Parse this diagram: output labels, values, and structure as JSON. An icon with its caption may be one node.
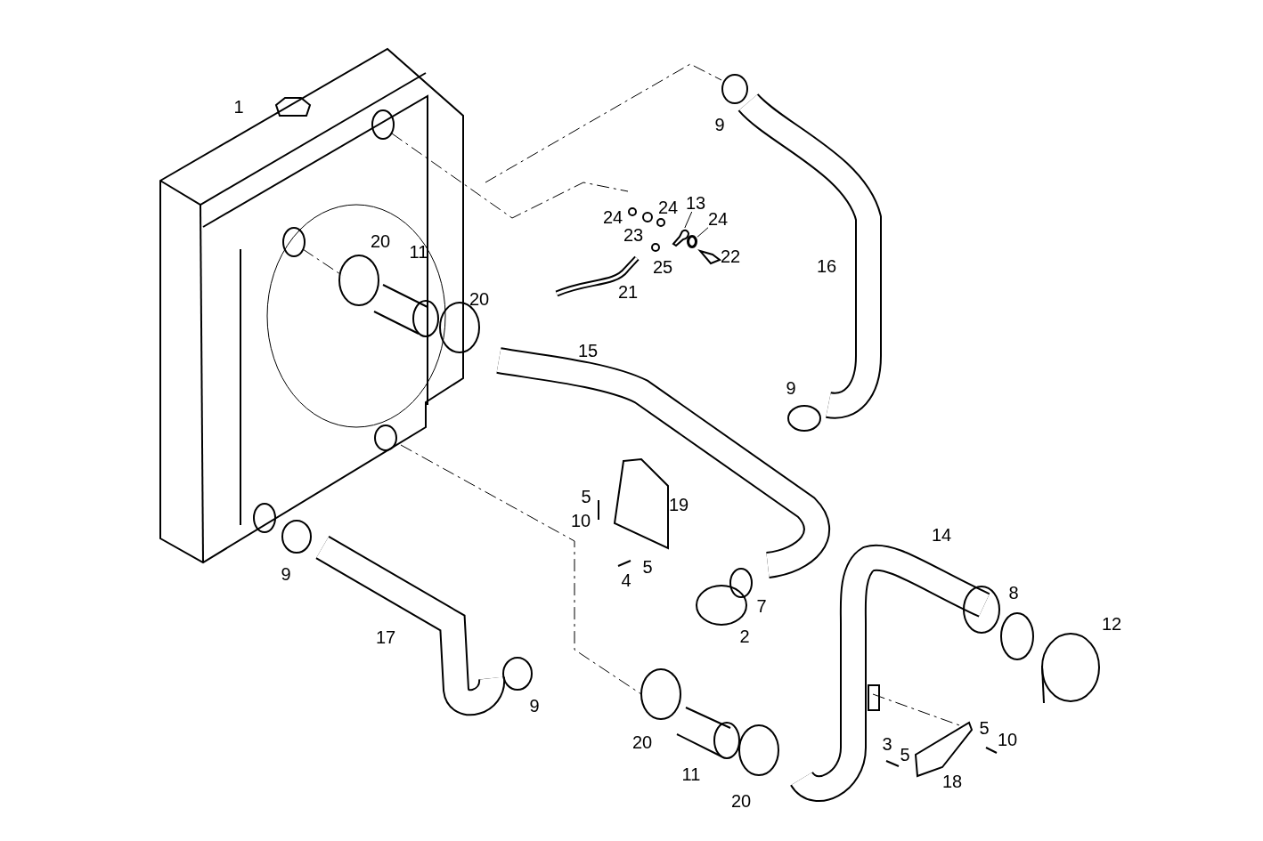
{
  "diagram": {
    "nodes": [
      {
        "text": [
          "13"
        ]
      },
      {
        "text": [],
        "shape": "picture"
      },
      {
        "text": [
          "24"
        ]
      },
      {
        "text": [],
        "shape": "circle"
      }
    ],
    "edges": [
      {
        "from": 0,
        "to": 1,
        "arrow": "none"
      },
      {
        "from": 2,
        "to": 3,
        "arrow": "none"
      }
    ],
    "labels": [
      "1",
      "9",
      "24",
      "24",
      "23",
      "22",
      "20",
      "25",
      "16",
      "11",
      "21",
      "20",
      "15",
      "9",
      "5",
      "19",
      "10",
      "14",
      "5",
      "4",
      "9",
      "8",
      "7",
      "12",
      "2",
      "17",
      "9",
      "5",
      "10",
      "20",
      "3",
      "5",
      "11",
      "18",
      "20"
    ]
  }
}
